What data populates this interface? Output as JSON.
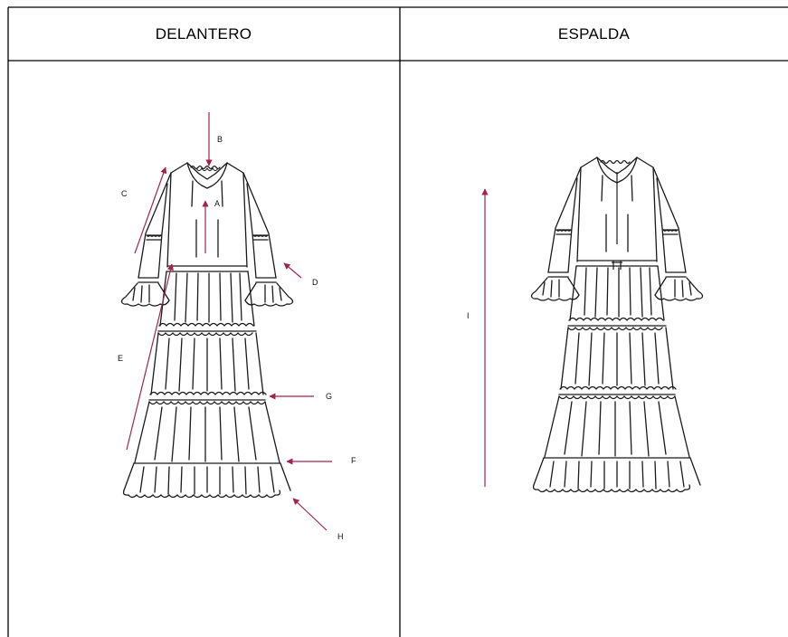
{
  "columns": {
    "front": {
      "title": "DELANTERO"
    },
    "back": {
      "title": "ESPALDA"
    }
  },
  "measure_labels": {
    "A": "A",
    "B": "B",
    "C": "C",
    "D": "D",
    "E": "E",
    "F": "F",
    "G": "G",
    "H": "H",
    "I": "I"
  },
  "colors": {
    "border": "#000000",
    "garment_line": "#1a1a1a",
    "measure_arrow": "#a3234f"
  }
}
